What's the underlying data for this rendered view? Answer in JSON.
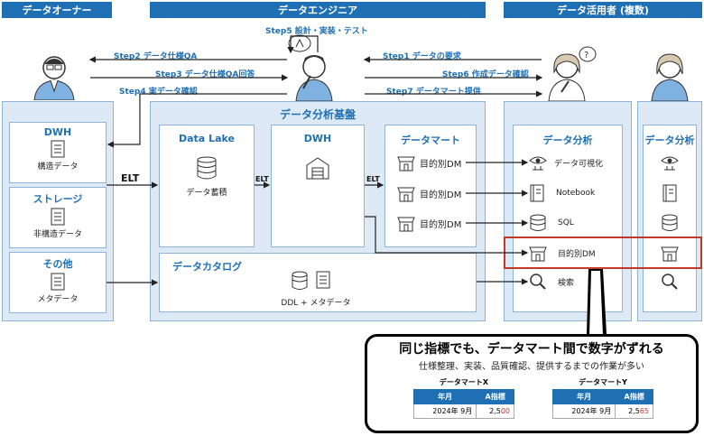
{
  "roles": {
    "owner": "データオーナー",
    "engineer": "データエンジニア",
    "users": "データ活用者 (複数)"
  },
  "steps": {
    "s5": "Step5 設計・実装・テスト",
    "s2": "Step2 データ仕様QA",
    "s3": "Step3 データ仕様QA回答",
    "s4": "Step4 実データ確認",
    "s1": "Step1 データの要求",
    "s6": "Step6 作成データ確認",
    "s7": "Step7 データマート提供"
  },
  "sources": [
    {
      "title": "DWH",
      "label": "構造データ"
    },
    {
      "title": "ストレージ",
      "label": "非構造データ"
    },
    {
      "title": "その他",
      "label": "メタデータ"
    }
  ],
  "platform": {
    "title": "データ分析基盤",
    "datalake_title": "Data Lake",
    "datalake_label": "データ蓄積",
    "dwh_title": "DWH",
    "mart_title": "データマート",
    "mart_items": [
      "目的別DM",
      "目的別DM",
      "目的別DM"
    ],
    "catalog_title": "データカタログ",
    "catalog_label": "DDL + メタデータ",
    "elt_main": "ELT",
    "elt_small": "ELT"
  },
  "analysis": {
    "title": "データ分析",
    "items": [
      "データ可視化",
      "Notebook",
      "SQL",
      "目的別DM",
      "検索"
    ],
    "title2": "データ分析"
  },
  "callout": {
    "headline": "同じ指標でも、データマート間で数字がずれる",
    "subline": "仕様整理、実装、品質確認、提供するまでの作業が多い",
    "tableX": {
      "name": "データマートX",
      "col1": "年月",
      "col2": "A指標",
      "month": "2024年 9月",
      "value_prefix": "2,5",
      "value_suffix": "00"
    },
    "tableY": {
      "name": "データマートY",
      "col1": "年月",
      "col2": "A指標",
      "month": "2024年 9月",
      "value_prefix": "2,5",
      "value_suffix": "65"
    }
  },
  "colors": {
    "primary": "#1f6fb5",
    "panel": "#dde9f4",
    "alert": "#c0392b"
  }
}
